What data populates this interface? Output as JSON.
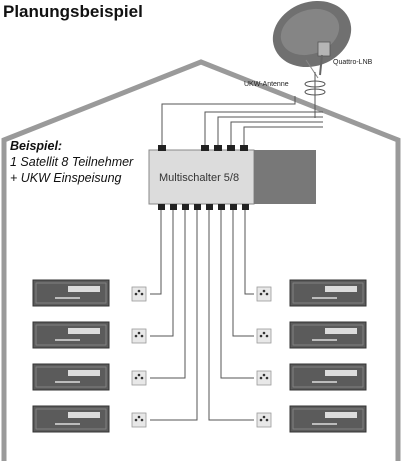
{
  "title": "Planungsbeispiel",
  "example": {
    "heading": "Beispiel:",
    "line1": "1 Satellit 8 Teilnehmer",
    "line2": "+ UKW Einspeisung"
  },
  "multiswitch_label": "Multischalter 5/8",
  "lnb_label": "Quattro-LNB",
  "fm_antenna_label": "UKW-Antenne",
  "receivers_count": 8,
  "outlets_count": 8,
  "colors": {
    "house_outline": "#9a9a9a",
    "dish": "#6e6e6e",
    "switch_body": "#d9d9d9",
    "switch_dark": "#777777",
    "cable": "#555555",
    "receiver": "#5a5a5a"
  }
}
